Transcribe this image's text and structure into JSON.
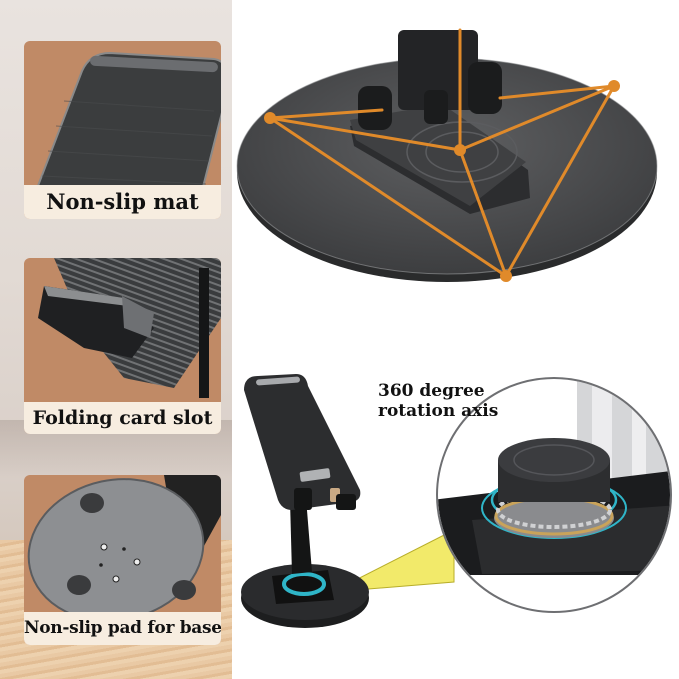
{
  "features": [
    {
      "id": "non-slip-mat",
      "label": "Non-slip mat"
    },
    {
      "id": "folding-card-slot",
      "label": "Folding card slot"
    },
    {
      "id": "non-slip-pad",
      "label": "Non-slip pad for base"
    }
  ],
  "rotation_callout": {
    "line1": "360 degree",
    "line2": "rotation axis"
  },
  "colors": {
    "panel_bg": "#c08a66",
    "caption_bg": "#f7ede0",
    "stability_lines": "#e08a2a",
    "highlight_ring": "#2fb5c8",
    "callout_beam": "#f2ea6a"
  }
}
